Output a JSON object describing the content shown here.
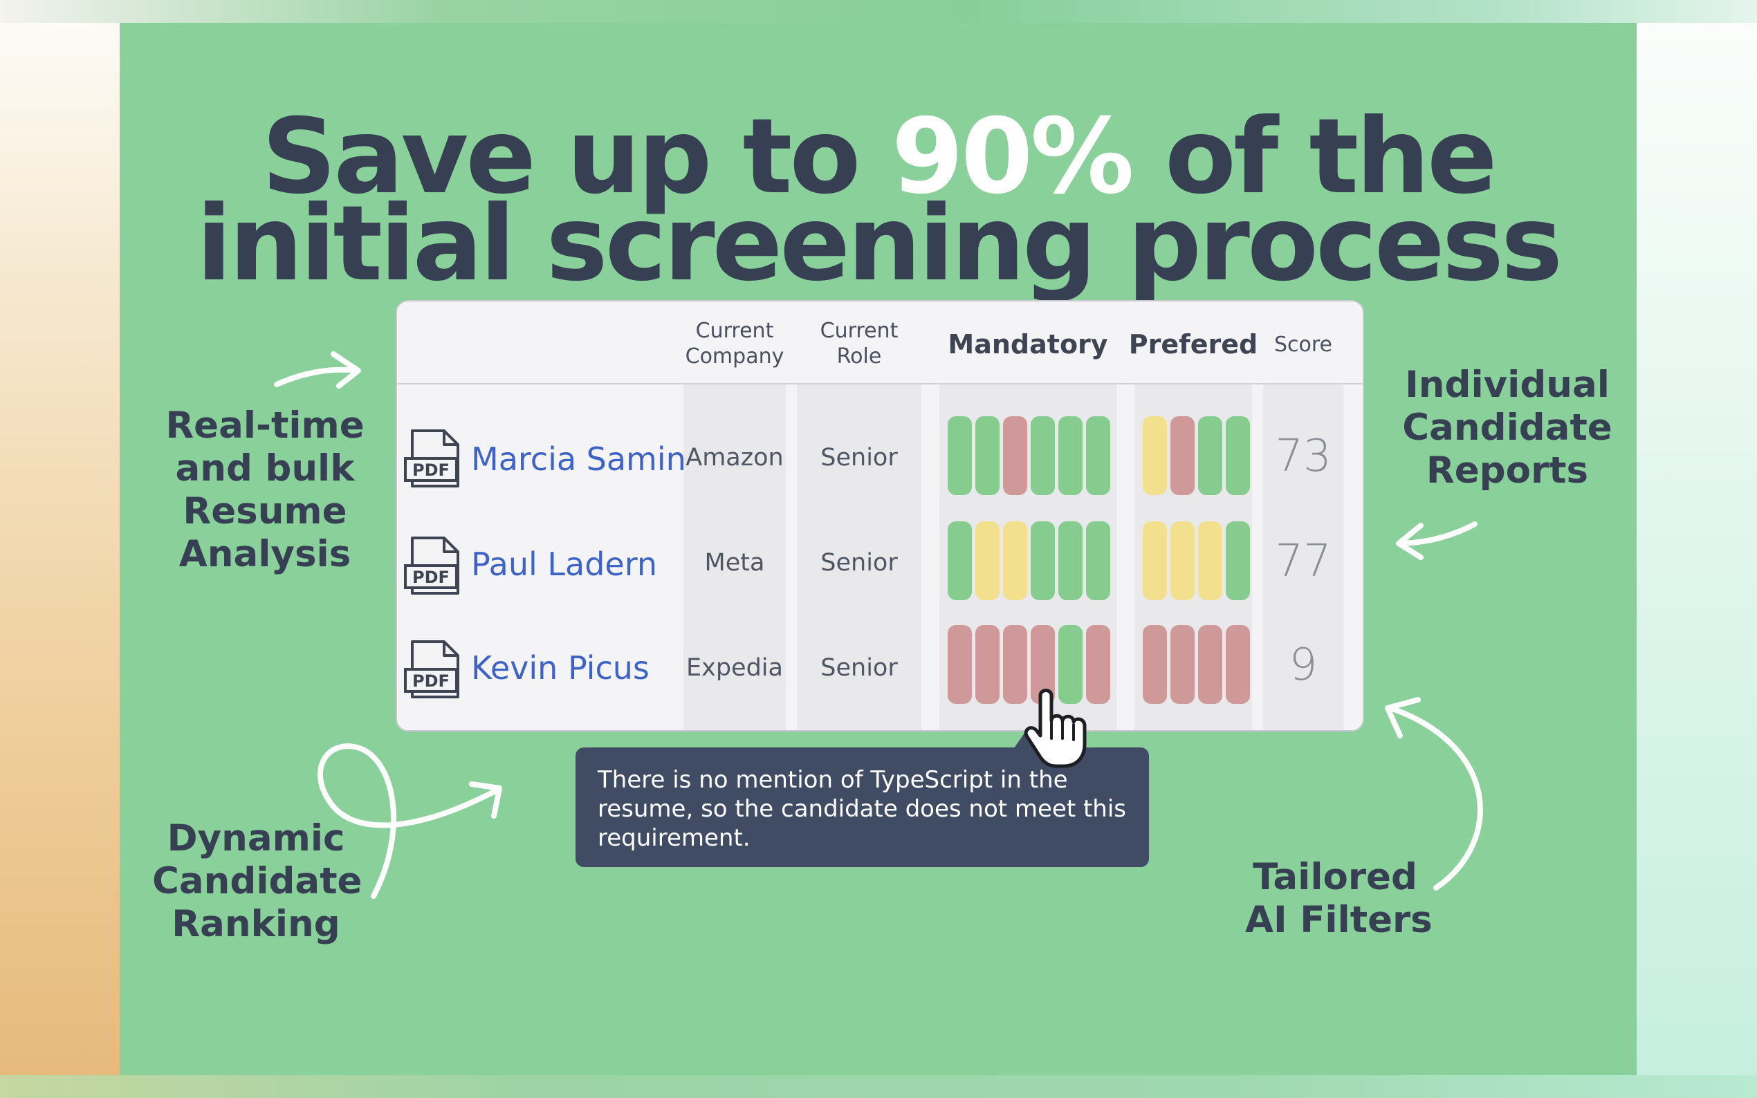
{
  "headline": {
    "line1_prefix": "Save up to ",
    "line1_highlight": "90%",
    "line1_suffix": " of the",
    "line2": "initial screening process"
  },
  "features": {
    "realtime": [
      "Real-time",
      "and bulk",
      "Resume",
      "Analysis"
    ],
    "reports": [
      "Individual",
      "Candidate",
      "Reports"
    ],
    "ranking": [
      "Dynamic",
      "Candidate",
      "Ranking"
    ],
    "filters": [
      "Tailored",
      "AI Filters"
    ]
  },
  "table": {
    "headers": {
      "company": [
        "Current",
        "Company"
      ],
      "role": [
        "Current",
        "Role"
      ],
      "mandatory": "Mandatory",
      "preferred": "Prefered",
      "score": "Score"
    },
    "rows": [
      {
        "name": "Marcia Samin",
        "company": "Amazon",
        "role": "Senior",
        "score": "73",
        "mandatory": [
          "green",
          "green",
          "red",
          "green",
          "green",
          "green"
        ],
        "preferred": [
          "yellow",
          "red",
          "green",
          "green"
        ]
      },
      {
        "name": "Paul Ladern",
        "company": "Meta",
        "role": "Senior",
        "score": "77",
        "mandatory": [
          "green",
          "yellow",
          "yellow",
          "green",
          "green",
          "green"
        ],
        "preferred": [
          "yellow",
          "yellow",
          "yellow",
          "green"
        ]
      },
      {
        "name": "Kevin Picus",
        "company": "Expedia",
        "role": "Senior",
        "score": "9",
        "mandatory": [
          "red",
          "red",
          "red",
          "red",
          "green",
          "red"
        ],
        "preferred": [
          "red",
          "red",
          "red",
          "red"
        ]
      }
    ],
    "pdf_label": "PDF"
  },
  "tooltip": {
    "text": "There is no mention of TypeScript in the resume, so the candidate does not meet this requirement."
  },
  "colors": {
    "green": "#86cc8f",
    "yellow": "#f2e08f",
    "red": "#cf9899",
    "panel": "#8ad09b",
    "text_dark": "#364052",
    "link": "#3d63c9",
    "tooltip_bg": "#404c63"
  }
}
